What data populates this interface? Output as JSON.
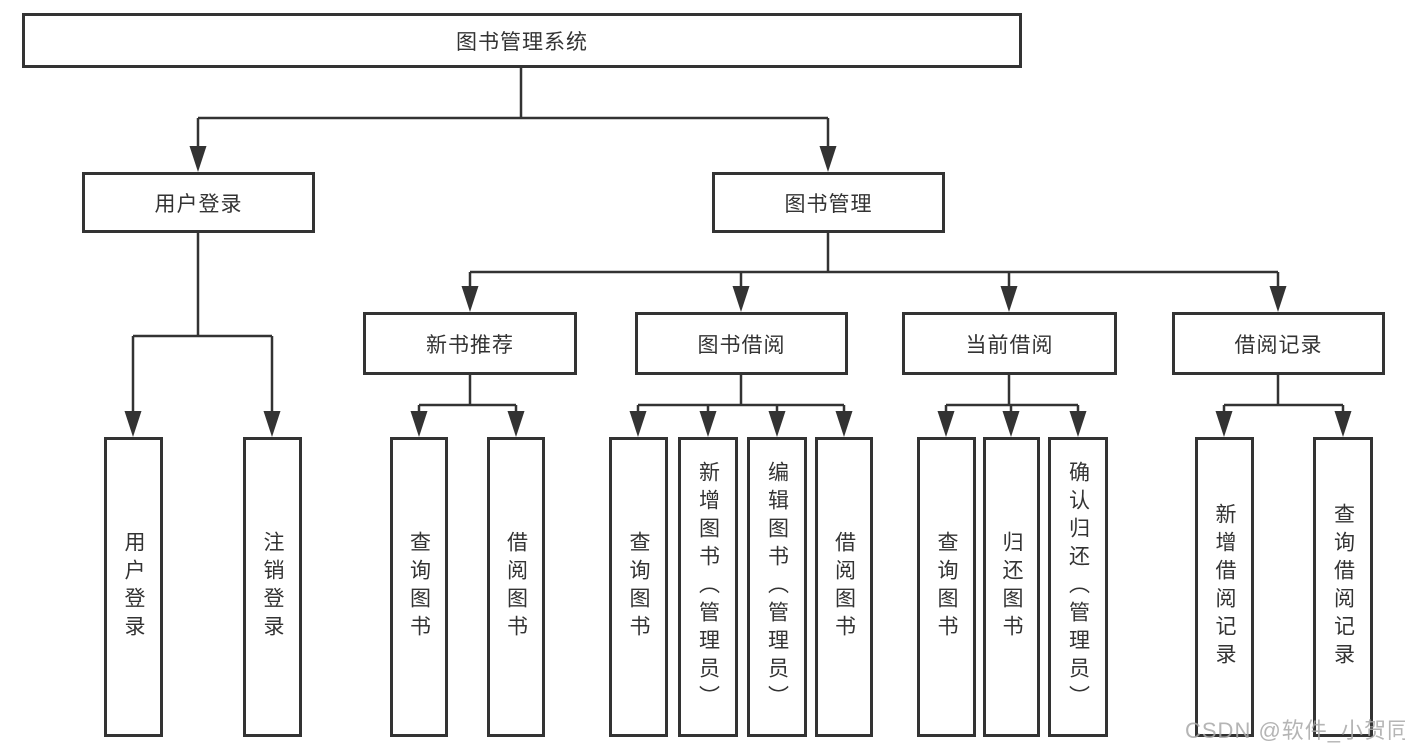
{
  "diagram_type": "functional-structure-tree",
  "tree": {
    "label": "图书管理系统",
    "children": [
      {
        "label": "用户登录",
        "children": [
          {
            "label": "用户登录"
          },
          {
            "label": "注销登录"
          }
        ]
      },
      {
        "label": "图书管理",
        "children": [
          {
            "label": "新书推荐",
            "children": [
              {
                "label": "查询图书"
              },
              {
                "label": "借阅图书"
              }
            ]
          },
          {
            "label": "图书借阅",
            "children": [
              {
                "label": "查询图书"
              },
              {
                "label": "新增图书（管理员）"
              },
              {
                "label": "编辑图书（管理员）"
              },
              {
                "label": "借阅图书"
              }
            ]
          },
          {
            "label": "当前借阅",
            "children": [
              {
                "label": "查询图书"
              },
              {
                "label": "归还图书"
              },
              {
                "label": "确认归还（管理员）"
              }
            ]
          },
          {
            "label": "借阅记录",
            "children": [
              {
                "label": "新增借阅记录"
              },
              {
                "label": "查询借阅记录"
              }
            ]
          }
        ]
      }
    ]
  },
  "watermark": {
    "text": "CSDN @软件_小贺同学"
  },
  "colors": {
    "line": "#333333",
    "box_border": "#333333",
    "text": "#333333",
    "watermark": "#a8a8a8",
    "background": "#ffffff"
  }
}
